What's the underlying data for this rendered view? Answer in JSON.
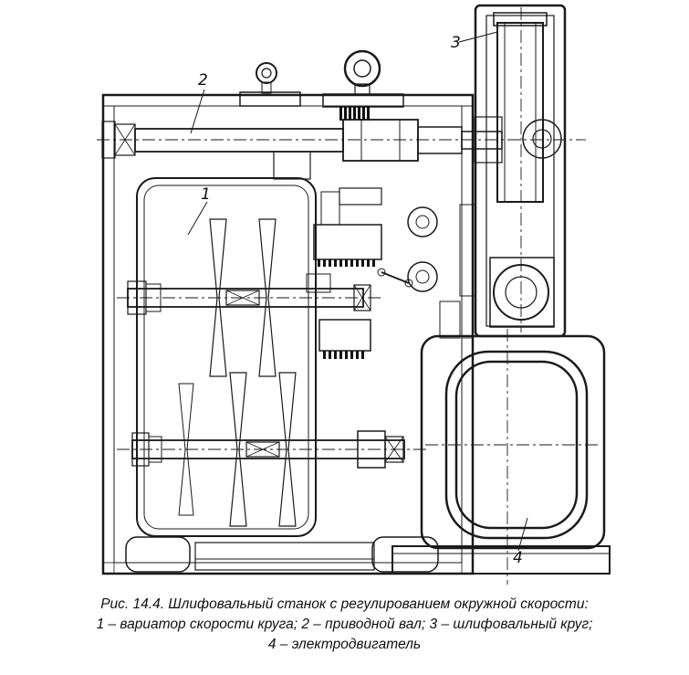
{
  "figure": {
    "callouts": {
      "c1": "1",
      "c2": "2",
      "c3": "3",
      "c4": "4"
    },
    "caption": {
      "line1": "Рис. 14.4. Шлифовальный станок с регулированием окружной скорости:",
      "line2": "1 – вариатор скорости круга; 2 – приводной вал; 3 – шлифовальный круг;",
      "line3": "4 – электродвигатель"
    }
  }
}
